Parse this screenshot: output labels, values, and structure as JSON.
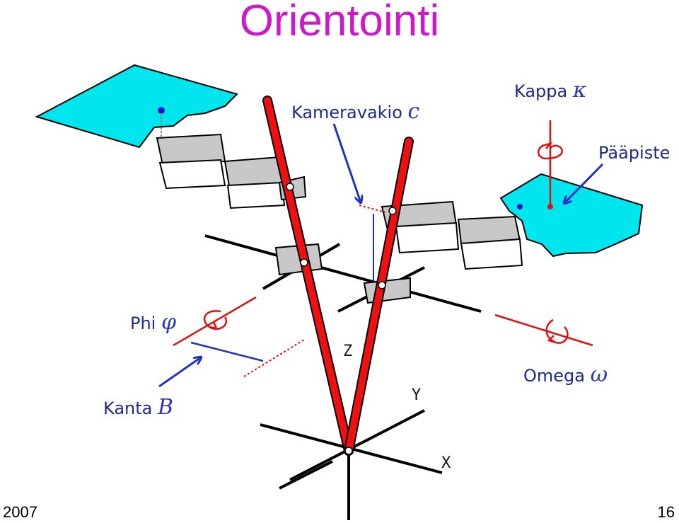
{
  "slide": {
    "title": "Orientointi",
    "footer_year": "2007",
    "page_number": "16"
  },
  "labels": {
    "camera_constant": {
      "text": "Kameravakio",
      "symbol": "c"
    },
    "kappa": {
      "text": "Kappa",
      "symbol": "κ"
    },
    "principal_point": {
      "text": "Pääpiste"
    },
    "phi": {
      "text": "Phi",
      "symbol": "φ"
    },
    "base": {
      "text": "Kanta",
      "symbol": "B"
    },
    "omega": {
      "text": "Omega",
      "symbol": "ω"
    }
  },
  "axes": {
    "z": "Z",
    "y": "Y",
    "x": "X"
  },
  "colors": {
    "title": "#cc19cc",
    "label": "#1f2a8a",
    "arrow": "#2233bb",
    "rotation": "#dd1111",
    "rod": "#ee1111",
    "photo": "#00e5ee",
    "arm": "#c8c8c8"
  }
}
